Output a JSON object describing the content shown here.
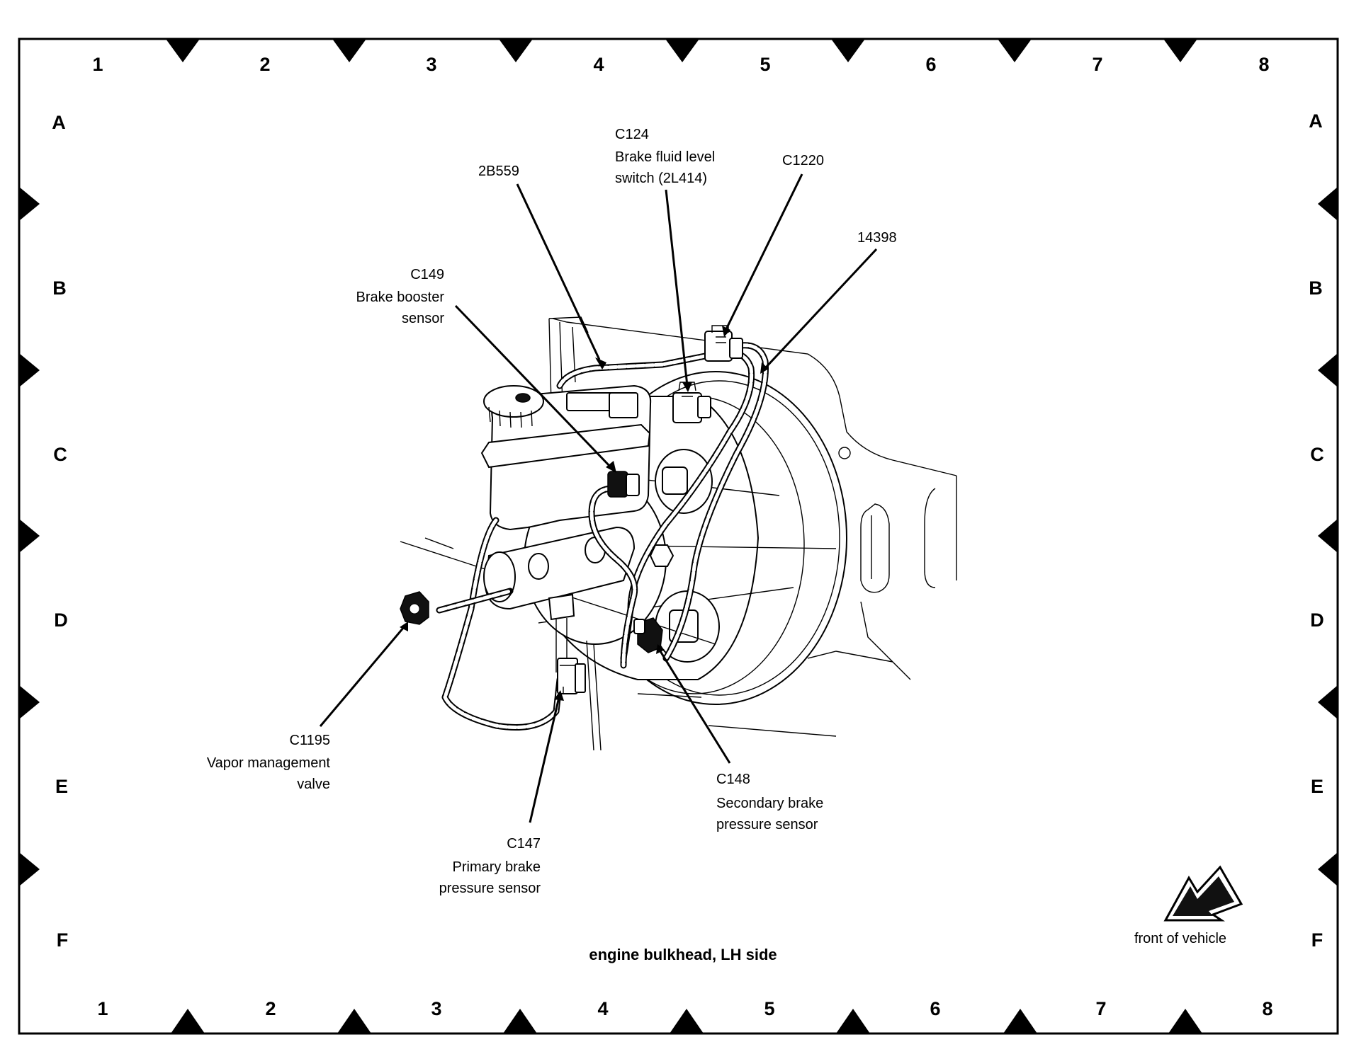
{
  "diagram": {
    "caption": "engine bulkhead, LH side",
    "orientation_label": "front of vehicle",
    "orientation_icon": "arrow-front-of-vehicle-icon",
    "grid": {
      "columns": [
        "1",
        "2",
        "3",
        "4",
        "5",
        "6",
        "7",
        "8"
      ],
      "rows": [
        "A",
        "B",
        "C",
        "D",
        "E",
        "F"
      ]
    },
    "callouts": [
      {
        "id": "2B559",
        "lines": [
          "2B559"
        ]
      },
      {
        "id": "C124",
        "lines": [
          "C124",
          "Brake fluid level",
          "switch (2L414)"
        ]
      },
      {
        "id": "C1220",
        "lines": [
          "C1220"
        ]
      },
      {
        "id": "14398",
        "lines": [
          "14398"
        ]
      },
      {
        "id": "C149",
        "lines": [
          "C149",
          "Brake booster",
          "sensor"
        ]
      },
      {
        "id": "C1195",
        "lines": [
          "C1195",
          "Vapor management",
          "valve"
        ]
      },
      {
        "id": "C147",
        "lines": [
          "C147",
          "Primary brake",
          "pressure sensor"
        ]
      },
      {
        "id": "C148",
        "lines": [
          "C148",
          "Secondary brake",
          "pressure sensor"
        ]
      }
    ]
  }
}
